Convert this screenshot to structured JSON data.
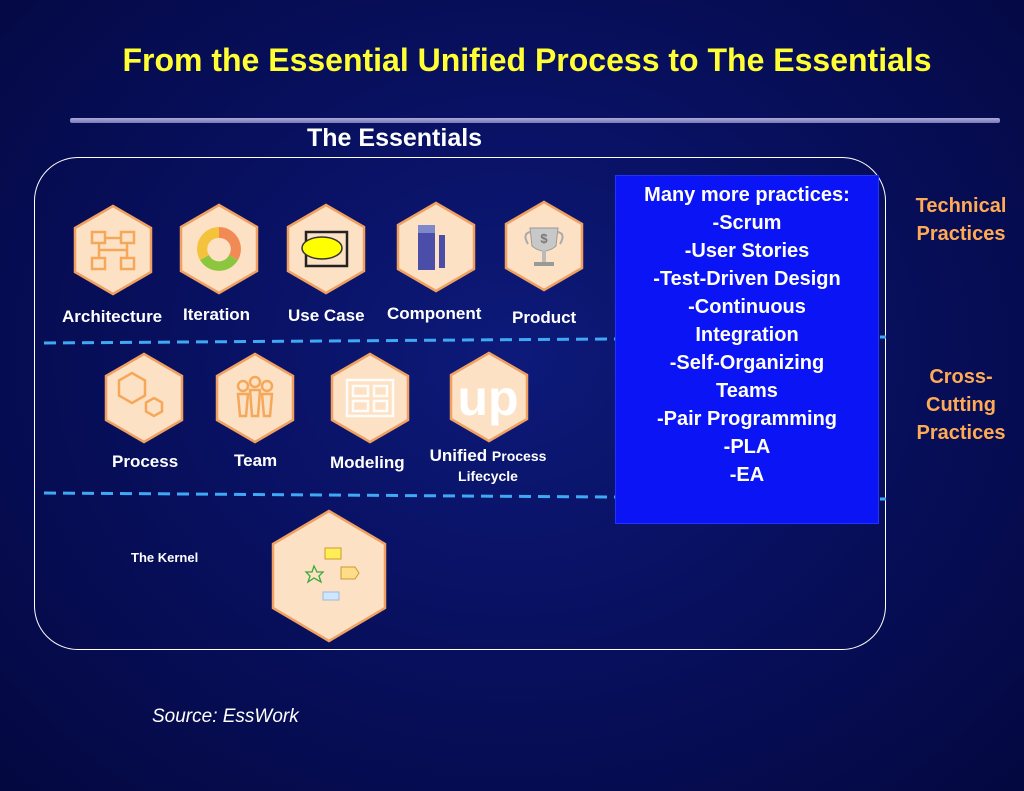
{
  "slide": {
    "title": "From the Essential Unified Process to The Essentials",
    "source": "Source: EssWork"
  },
  "essentials": {
    "heading": "The Essentials",
    "technical_practices": [
      "Architecture",
      "Iteration",
      "Use Case",
      "Component",
      "Product"
    ],
    "cross_cutting_practices": [
      "Process",
      "Team",
      "Modeling"
    ],
    "unified_process_lifecycle": {
      "icon_text": "up",
      "label_large": "Unified",
      "label_small_1": "Process",
      "label_small_2": "Lifecycle"
    },
    "kernel_label": "The Kernel"
  },
  "practice_box": {
    "heading": "Many more practices:",
    "items": [
      "-Scrum",
      "-User Stories",
      "-Test-Driven Design",
      "-Continuous",
      "Integration",
      "-Self-Organizing",
      "Teams",
      "-Pair Programming",
      "-PLA",
      "-EA"
    ]
  },
  "side_labels": {
    "technical_line1": "Technical",
    "technical_line2": "Practices",
    "cross_line1": "Cross-",
    "cross_line2": "Cutting",
    "cross_line3": "Practices"
  },
  "colors": {
    "background": "#081060",
    "title": "#ffff33",
    "hexagon_fill": "#fde1c4",
    "hexagon_stroke": "#f0a060",
    "practice_box": "#0a14f5",
    "side_label": "#ffaa55",
    "divider": "#3fa9f5"
  },
  "icons": {
    "architecture": "network-icon",
    "iteration": "cycle-icon",
    "use_case": "use-case-icon",
    "component": "component-icon",
    "product": "trophy-icon",
    "process": "hexagons-icon",
    "team": "people-icon",
    "modeling": "model-icon",
    "kernel": "kernel-icon"
  }
}
